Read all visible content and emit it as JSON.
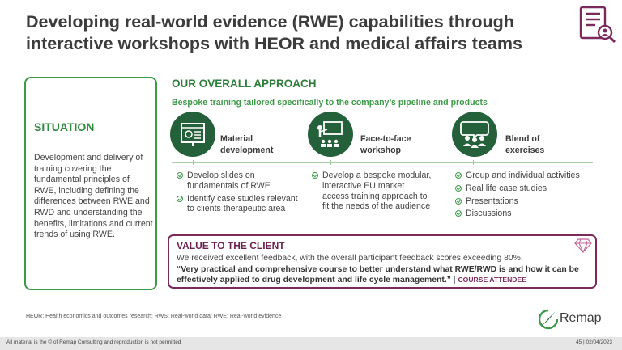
{
  "title": {
    "line1": "Developing real-world evidence (RWE) capabilities through",
    "line2": "interactive workshops with HEOR and medical affairs teams"
  },
  "situation": {
    "heading": "SITUATION",
    "text": "Development and delivery of training covering the fundamental principles of RWE, including defining the differences between RWE and RWD and understanding the benefits, limitations and current trends of using RWE."
  },
  "approach": {
    "heading": "OUR OVERALL APPROACH",
    "subheading": "Bespoke training tailored specifically to the company’s pipeline and products",
    "columns": [
      {
        "icon": "slides-icon",
        "label_line1": "Material",
        "label_line2": "development",
        "bullets": [
          "Develop slides on fundamentals of RWE",
          "Identify case studies relevant to clients therapeutic area"
        ]
      },
      {
        "icon": "presenter-icon",
        "label_line1": "Face-to-face",
        "label_line2": "workshop",
        "bullets": [
          "Develop a bespoke modular, interactive EU market access training approach to fit the needs of the audience"
        ]
      },
      {
        "icon": "group-discussion-icon",
        "label_line1": "Blend of",
        "label_line2": "exercises",
        "bullets": [
          "Group and individual activities",
          "Real life case studies",
          "Presentations",
          "Discussions"
        ]
      }
    ]
  },
  "value": {
    "heading": "VALUE TO THE CLIENT",
    "line1": "We received excellent feedback, with the overall participant feedback scores exceeding 80%.",
    "quote": "“Very practical and comprehensive course to better understand what RWE/RWD is and how it can be effectively applied to drug development and life cycle management.”",
    "separator": " | ",
    "attribution": "COURSE ATTENDEE"
  },
  "footnote": "HEOR: Health economics and outcomes research; RWS: Real-world data; RWE: Real-world evidence",
  "logo": "Remap",
  "footer": {
    "copyright": "All material is the © of Remap Consulting and reproduction is not permitted",
    "page_ref": "45 | 02/04/2023"
  },
  "colors": {
    "green": "#3d9a48",
    "dark_green": "#24613a",
    "plum": "#7a2a5b"
  }
}
